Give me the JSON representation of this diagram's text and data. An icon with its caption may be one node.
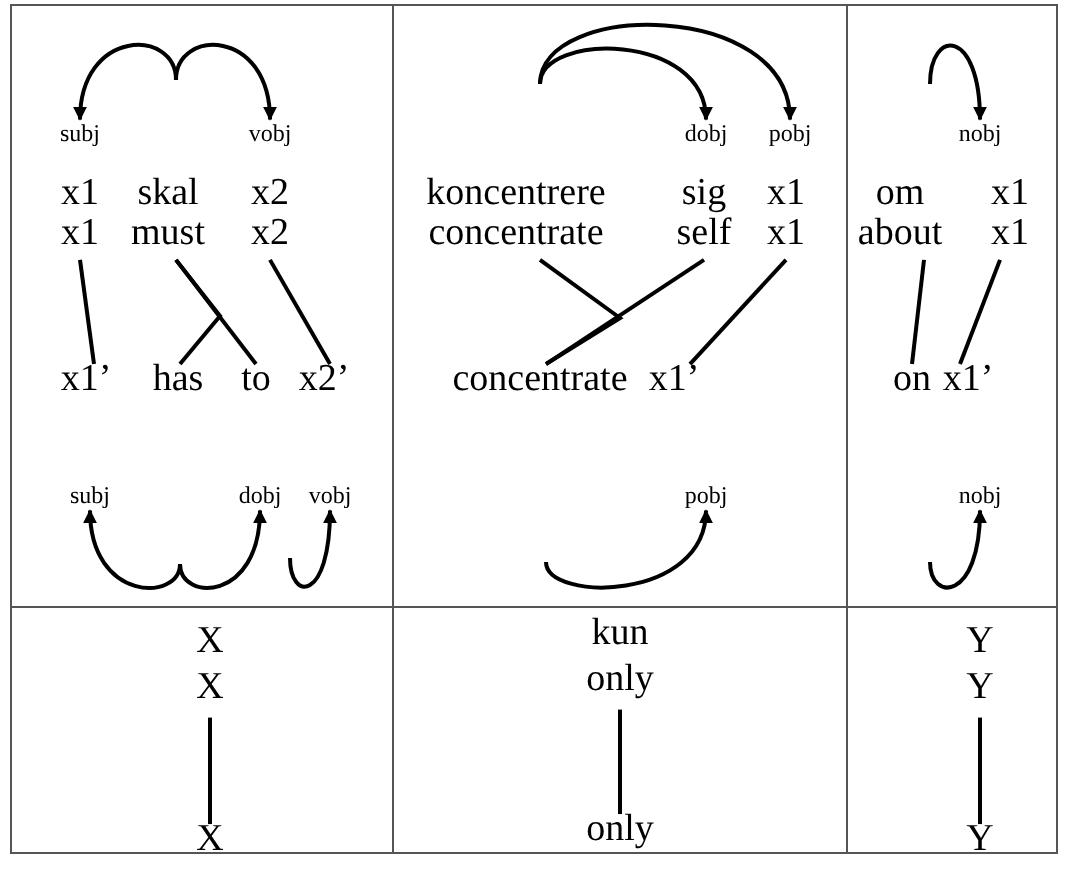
{
  "diagram": {
    "nodes": [
      {
        "text": [
          "subj"
        ]
      },
      {
        "text": [
          "vobj"
        ]
      },
      {
        "text": [
          "x1",
          "x1"
        ]
      },
      {
        "text": [
          "skal",
          "must"
        ]
      },
      {
        "text": [
          "x2",
          "x2"
        ]
      },
      {
        "text": [
          "x1’"
        ]
      },
      {
        "text": [
          "has"
        ]
      },
      {
        "text": [
          "to"
        ]
      },
      {
        "text": [
          "x2’"
        ]
      },
      {
        "text": [
          "subj"
        ]
      },
      {
        "text": [
          "dobj"
        ]
      },
      {
        "text": [
          "vobj"
        ]
      },
      {
        "text": [
          "dobj"
        ]
      },
      {
        "text": [
          "pobj"
        ]
      },
      {
        "text": [
          "koncentrere",
          "concentrate"
        ]
      },
      {
        "text": [
          "sig",
          "self"
        ]
      },
      {
        "text": [
          "x1",
          "x1"
        ]
      },
      {
        "text": [
          "concentrate"
        ]
      },
      {
        "text": [
          "x1’"
        ]
      },
      {
        "text": [
          "pobj"
        ]
      },
      {
        "text": [
          "nobj"
        ]
      },
      {
        "text": [
          "om",
          "about"
        ]
      },
      {
        "text": [
          "x1",
          "x1"
        ]
      },
      {
        "text": [
          "on"
        ]
      },
      {
        "text": [
          "x1’"
        ]
      },
      {
        "text": [
          "nobj"
        ]
      },
      {
        "text": [
          "X",
          "X"
        ]
      },
      {
        "text": [
          "X"
        ]
      },
      {
        "text": [
          "kun",
          "only"
        ]
      },
      {
        "text": [
          "only"
        ]
      },
      {
        "text": [
          "Y",
          "Y"
        ]
      },
      {
        "text": [
          "Y"
        ]
      }
    ],
    "edges": [
      {
        "from": null,
        "to": 0,
        "arrow": "to"
      },
      {
        "from": null,
        "to": 1,
        "arrow": "to"
      },
      {
        "from": null,
        "to": 9,
        "arrow": "to"
      },
      {
        "from": null,
        "to": 10,
        "arrow": "to"
      },
      {
        "from": null,
        "to": 11,
        "arrow": "to"
      },
      {
        "from": null,
        "to": 12,
        "arrow": "to"
      },
      {
        "from": null,
        "to": 13,
        "arrow": "to"
      },
      {
        "from": null,
        "to": 19,
        "arrow": "to"
      },
      {
        "from": null,
        "to": 20,
        "arrow": "to"
      },
      {
        "from": null,
        "to": 25,
        "arrow": "to"
      },
      {
        "from": 2,
        "to": 5,
        "arrow": "none"
      },
      {
        "from": 3,
        "to": 6,
        "arrow": "none"
      },
      {
        "from": 3,
        "to": 7,
        "arrow": "none"
      },
      {
        "from": 4,
        "to": 8,
        "arrow": "none"
      },
      {
        "from": 14,
        "to": 17,
        "arrow": "none"
      },
      {
        "from": 15,
        "to": 17,
        "arrow": "none"
      },
      {
        "from": 16,
        "to": 18,
        "arrow": "none"
      },
      {
        "from": 21,
        "to": 23,
        "arrow": "none"
      },
      {
        "from": 22,
        "to": 24,
        "arrow": "none"
      },
      {
        "from": 26,
        "to": 27,
        "arrow": "none"
      },
      {
        "from": 28,
        "to": 29,
        "arrow": "none"
      },
      {
        "from": 30,
        "to": 31,
        "arrow": "none"
      }
    ]
  }
}
